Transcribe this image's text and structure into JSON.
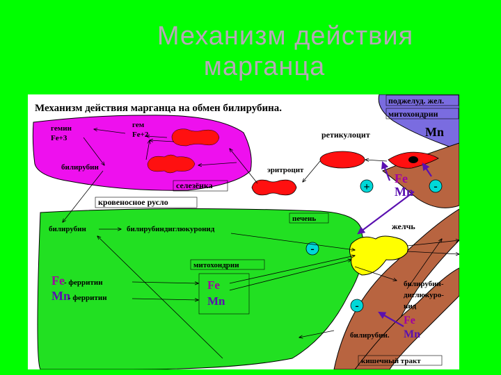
{
  "slide": {
    "title_line1": "Механизм действия",
    "title_line2": "марганца"
  },
  "diagram": {
    "heading": "Механизм действия марганца на обмен билирубина.",
    "pancreas": "поджелуд. жел.",
    "mito_top": "митохондрии",
    "mn_top": "Mn",
    "gemin": "гемин",
    "fe3": "Fe+3",
    "gem": "гем",
    "fe2": "Fe+2",
    "bilirubin_spleen": "билирубин",
    "reticulocyte": "ретикулоцит",
    "erythrocyte": "эритроцит",
    "spleen": "селезёнка",
    "blood": "кровеносное русло",
    "fe_mid": "Fe",
    "mn_mid": "Mn",
    "plus": "+",
    "minus": "-",
    "bilirubin_liver": "билирубин",
    "bilirubin_diglucuronide": "билирубиндиглюкуронид",
    "liver": "печень",
    "bile": "желчь",
    "mito_liver": "митохондрии",
    "fe_ferritin_el": "Fe",
    "fe_ferritin_txt": "- ферритин",
    "mn_ferritin_el": "Mn",
    "mn_ferritin_txt": "- ферритин",
    "mito_fe": "Fe",
    "mito_mn": "Mn",
    "intestine_bdg1": "билирубин-",
    "intestine_bdg2": "диглюкуро-",
    "intestine_bdg3": "нид",
    "fe_int": "Fe",
    "mn_int": "Mn",
    "bilirubin_int": "билирубин.",
    "intestine": "кишечный тракт",
    "colors": {
      "background": "#00ff00",
      "spleen": "#ee10ee",
      "liver": "#22e022",
      "intestine": "#b86440",
      "pancreas": "#7a6ce0",
      "rbc": "#ff1010",
      "bile": "#ffff00",
      "arrow_purple": "#5a10b0"
    }
  }
}
